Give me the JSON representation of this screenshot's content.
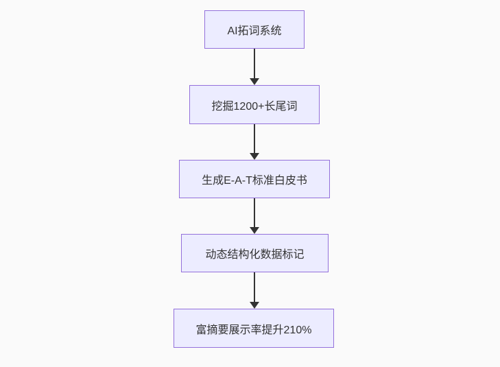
{
  "diagram": {
    "type": "flowchart",
    "direction": "top-down",
    "nodes": [
      {
        "label": "AI拓词系统"
      },
      {
        "label": "挖掘1200+长尾词"
      },
      {
        "label": "生成E-A-T标准白皮书"
      },
      {
        "label": "动态结构化数据标记"
      },
      {
        "label": "富摘要展示率提升210%"
      }
    ],
    "edges": [
      {
        "from": 0,
        "to": 1
      },
      {
        "from": 1,
        "to": 2
      },
      {
        "from": 2,
        "to": 3
      },
      {
        "from": 3,
        "to": 4
      }
    ],
    "colors": {
      "background": "#fafafa",
      "node_fill": "#ececff",
      "node_border": "#9370db",
      "text": "#333333",
      "arrow": "#333333"
    }
  }
}
